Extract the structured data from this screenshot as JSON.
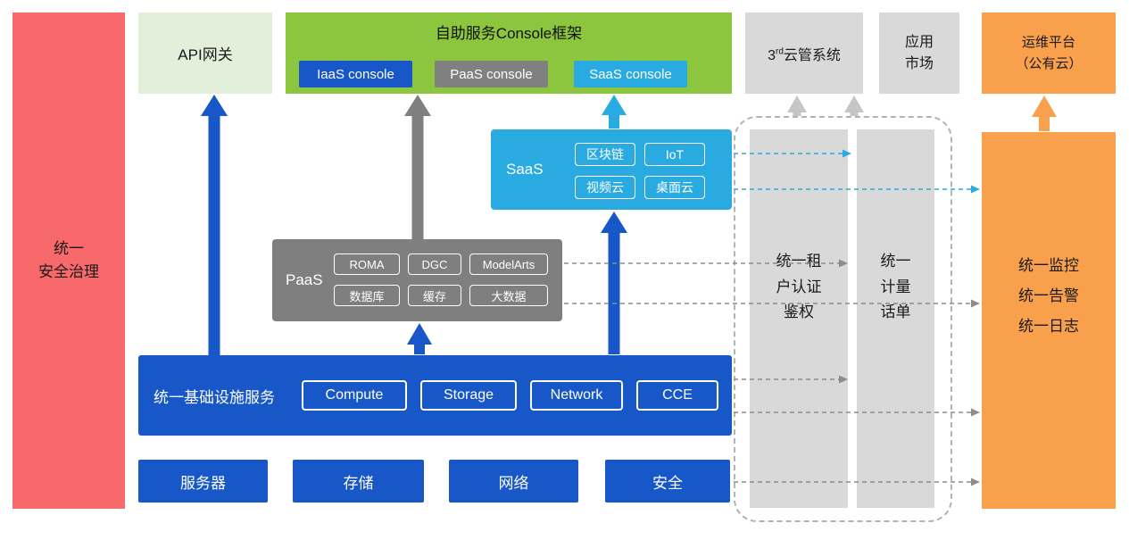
{
  "colors": {
    "red": "#F8696B",
    "light_green": "#E2EFDA",
    "green": "#8CC63E",
    "blue": "#1757C8",
    "gray": "#7F7F7F",
    "light_gray": "#D9D9D9",
    "cyan": "#29ABE2",
    "orange": "#F9A04C"
  },
  "security_panel": {
    "label": "统一\n安全治理"
  },
  "top_row": {
    "api_gateway": {
      "label": "API网关"
    },
    "console_framework": {
      "title": "自助服务Console框架",
      "iaas": "IaaS console",
      "paas": "PaaS console",
      "saas": "SaaS console"
    },
    "third_party_cloud": {
      "pre": "3",
      "sup": "rd",
      "post": "云管系统"
    },
    "app_market": {
      "label": "应用\n市场"
    },
    "om_platform": {
      "label": "运维平台\n（公有云）"
    }
  },
  "saas_layer": {
    "label": "SaaS",
    "items": [
      "区块链",
      "IoT",
      "视频云",
      "桌面云"
    ]
  },
  "paas_layer": {
    "label": "PaaS",
    "items": [
      "ROMA",
      "DGC",
      "ModelArts",
      "数据库",
      "缓存",
      "大数据"
    ]
  },
  "infra_layer": {
    "label": "统一基础设施服务",
    "items": [
      "Compute",
      "Storage",
      "Network",
      "CCE"
    ]
  },
  "hardware_row": {
    "items": [
      "服务器",
      "存储",
      "网络",
      "安全"
    ]
  },
  "right_panel": {
    "auth_column": {
      "label": "统一租\n户认证\n鉴权"
    },
    "metering_column": {
      "label": "统一\n计量\n话单"
    }
  },
  "om_panel": {
    "label": "统一监控\n统一告警\n统一日志"
  }
}
